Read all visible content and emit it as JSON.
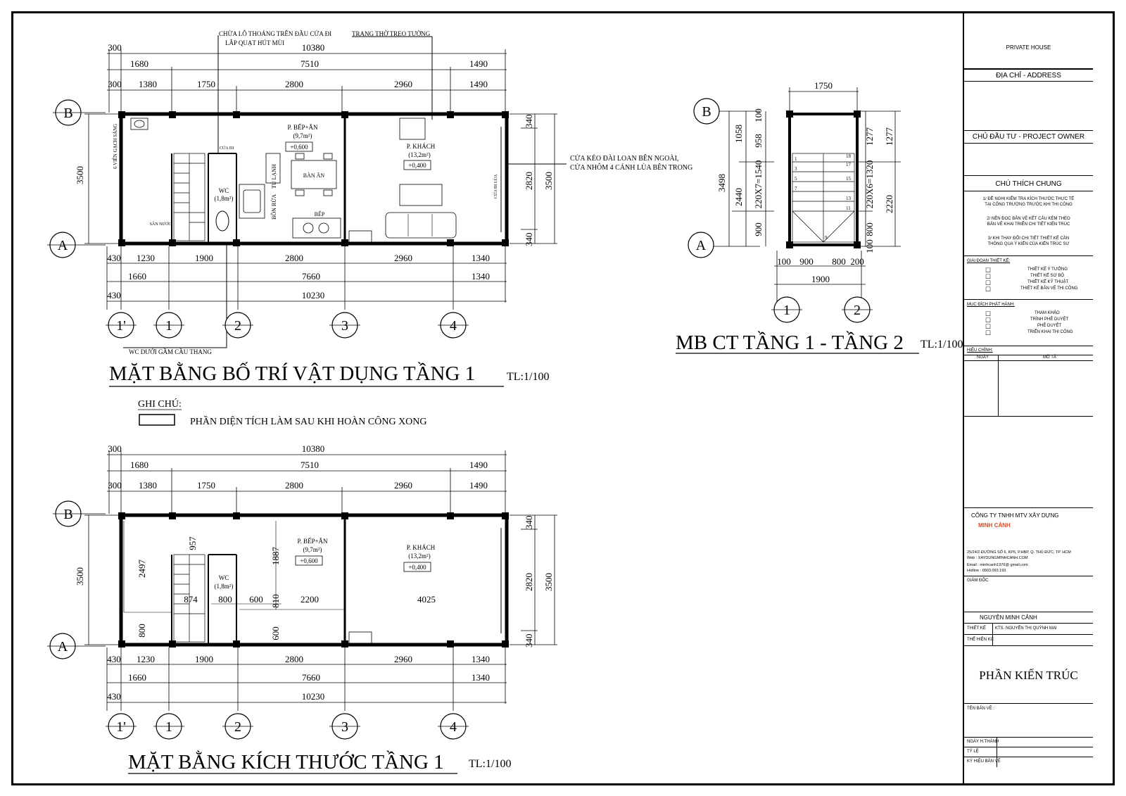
{
  "plan1": {
    "title": "MẶT BẰNG BỐ TRÍ VẬT DỤNG TẦNG 1",
    "scale": "TL:1/100",
    "top_dims_row1": [
      "300",
      "10380"
    ],
    "top_dims_row2": [
      "1680",
      "7510",
      "1490"
    ],
    "top_dims_row3": [
      "300",
      "1380",
      "1750",
      "2800",
      "2960",
      "1490"
    ],
    "bottom_dims_row1": [
      "430",
      "1230",
      "1900",
      "2800",
      "2960",
      "1340"
    ],
    "bottom_dims_row2": [
      "1660",
      "7660",
      "1340"
    ],
    "bottom_dims_row3": [
      "430",
      "10230"
    ],
    "left_dim": "3500",
    "right_dims": [
      "340",
      "2820",
      "340",
      "3500"
    ],
    "callouts": {
      "vent": "CHỪA LỖ THOÁNG TRÊN ĐẦU CỬA ĐI",
      "fan": "LẮP QUẠT HÚT MÙI",
      "altar": "TRANG THỜ TREO TƯỜNG",
      "door_note1": "CỬA KÉO ĐÀI LOAN BÊN NGOÀI,",
      "door_note2": "CỬA NHÔM 4 CÁNH LÙA BÊN TRONG",
      "wc_note": "WC DƯỚI GẦM CẦU THANG",
      "skylight": "6 VIÊN GẠCH SÁNG",
      "yard": "SÂN NƯỚC"
    },
    "rooms": {
      "kitchen": "P. BẾP+ĂN",
      "kitchen_area": "(9,7m²)",
      "kitchen_level": "+0,600",
      "living": "P. KHÁCH",
      "living_area": "(13,2m²)",
      "living_level": "+0,400",
      "wc": "WC",
      "wc_area": "(1,8m²)",
      "table": "BÀN ĂN",
      "stove": "BẾP",
      "fridge": "TỦ LẠNH",
      "sink": "BỒN RỬA",
      "door": "CỬA ĐI",
      "sliding": "CỬA ĐI LÙA"
    },
    "grid": [
      "1'",
      "1",
      "2",
      "3",
      "4"
    ],
    "axes": [
      "B",
      "A"
    ]
  },
  "legend": {
    "title": "GHI CHÚ:",
    "item": "PHẦN DIỆN TÍCH LÀM  SAU KHI HOÀN CÔNG XONG"
  },
  "plan2": {
    "title": "MẶT BẰNG KÍCH THƯỚC TẦNG 1",
    "scale": "TL:1/100",
    "inner_dims": [
      "2497",
      "957",
      "874",
      "800",
      "600",
      "810",
      "2200",
      "4025",
      "1887",
      "600",
      "800"
    ]
  },
  "stair": {
    "title": "MB CT TẦNG 1 - TẦNG 2",
    "scale": "TL:1/100",
    "top_dim": "1750",
    "left_dims": [
      "3498",
      "1058",
      "2440",
      "900",
      "958",
      "100",
      "220X7=1540"
    ],
    "right_dims": [
      "1277",
      "1277",
      "220X6=1320",
      "2220",
      "800",
      "100"
    ],
    "bottom_dims": [
      "100",
      "900",
      "800",
      "200",
      "1900"
    ],
    "grid": [
      "1",
      "2"
    ],
    "axes": [
      "B",
      "A"
    ],
    "steps": [
      "1",
      "3",
      "5",
      "7",
      "9",
      "11",
      "13",
      "15",
      "17",
      "18"
    ]
  },
  "titleblock": {
    "project": "PRIVATE HOUSE",
    "address": "ĐỊA CHỈ - ADDRESS",
    "owner": "CHỦ ĐẦU TƯ - PROJECT OWNER",
    "notes_title": "CHÚ THÍCH CHUNG",
    "note1a": "1/ ĐỀ NGHỊ KIỂM TRA KÍCH THƯỚC THỰC TẾ",
    "note1b": "TẠI CÔNG TRƯỜNG TRƯỚC KHI THI CÔNG",
    "note2a": "2/ NÊN ĐỌC BẢN VẼ KẾT CẤU KÈM THEO",
    "note2b": "BẢN VẼ KHAI TRIỂN CHI TIẾT KIẾN TRÚC",
    "note3a": "3/ KHI THAY ĐỔI CHI TIẾT THIẾT KẾ CẦN",
    "note3b": "THÔNG QUA Ý KIẾN CỦA KIẾN TRÚC SƯ",
    "phase_title": "GIAI ĐOẠN THIẾT KẾ:",
    "phases": [
      "THIẾT KẾ Ý TƯỞNG",
      "THIẾT KẾ SƠ BỘ",
      "THIẾT KẾ KỸ THUẬT",
      "THIẾT KẾ BẢN VẼ THI CÔNG"
    ],
    "purpose_title": "MỤC ĐÍCH PHÁT HÀNH:",
    "purposes": [
      "THAM KHẢO",
      "TRÌNH PHÊ DUYỆT",
      "PHÊ DUYỆT",
      "TRIỂN KHAI THI CÔNG"
    ],
    "revision_title": "HIỆU CHỈNH:",
    "rev_date": "NGÀY",
    "rev_desc": "MÔ TẢ",
    "company": "CÔNG TY TNHH MTV  XÂY DỰNG",
    "brand": "MINH CẢNH",
    "addr": "25/24/2 ĐƯỜNG SỐ 6, KP6, P.HBP, Q. THỦ ĐỨC, TP. HCM",
    "web": "Web     : XAYDUNGMINHCANH.COM",
    "email": "Email    : minhcanh1976@ gmail.com",
    "hotline": "Hotline   : 0903.093.193",
    "director": "GIÁM ĐỐC",
    "director_name": "NGUYỄN MINH CẢNH",
    "designer_label": "THIẾT KẾ",
    "designer": "KTS. NGUYỄN THỊ QUỲNH MAI",
    "drafter_label": "THỂ HIỆN KC",
    "section": "PHẦN KIẾN TRÚC",
    "sheet_name": "TÊN BẢN VẼ :",
    "date_label": "NGÀY H.THÀNH",
    "scale_label": "TỶ LỆ",
    "code_label": "KÝ HIỆU BẢN VẼ"
  }
}
